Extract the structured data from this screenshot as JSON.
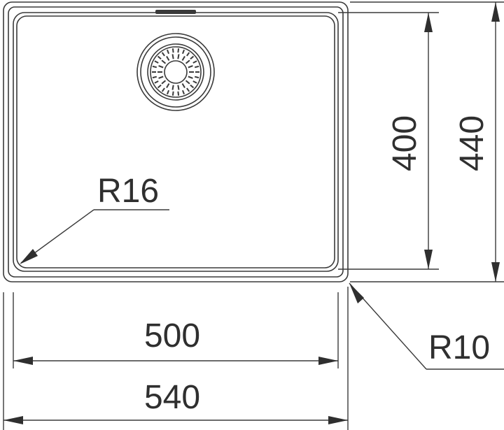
{
  "dimensions": {
    "outer_width": "540",
    "inner_width": "500",
    "inner_height": "400",
    "outer_height": "440",
    "inner_radius": "R16",
    "outer_radius": "R10"
  },
  "colors": {
    "line": "#3a3a3a",
    "text": "#2f2f2f",
    "background": "#ffffff"
  }
}
